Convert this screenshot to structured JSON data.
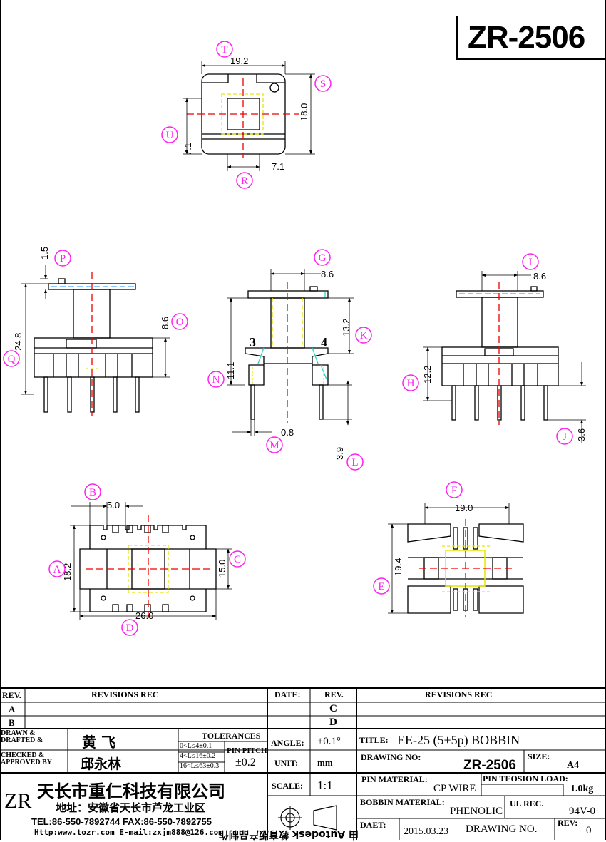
{
  "title": {
    "part_number": "ZR-2506"
  },
  "views": {
    "top_view": {
      "dims": {
        "width": "19.2",
        "height": "18.0",
        "offset_v": "7.1",
        "offset_h": "7.1"
      },
      "callouts": [
        "T",
        "S",
        "U",
        "R"
      ]
    },
    "front_view": {
      "dims": {
        "flange": "1.5",
        "total": "24.8",
        "body": "8.6"
      },
      "callouts": [
        "P",
        "O",
        "Q"
      ]
    },
    "section_view": {
      "dims": {
        "core": "8.6",
        "window": "13.2",
        "height": "11.1",
        "wall": "0.8",
        "pin": "3.9"
      },
      "pin_labels": [
        "3",
        "4"
      ],
      "callouts": [
        "G",
        "K",
        "N",
        "M",
        "L"
      ]
    },
    "side_view": {
      "dims": {
        "core": "8.6",
        "height": "12.2",
        "pin": "3.6"
      },
      "callouts": [
        "I",
        "H",
        "J"
      ]
    },
    "bottom_view": {
      "dims": {
        "pitch": "5.0",
        "height": "18.2",
        "inner": "15.0",
        "width": "26.0"
      },
      "callouts": [
        "B",
        "A",
        "C",
        "D"
      ]
    },
    "alt_view": {
      "dims": {
        "width": "19.0",
        "height": "19.4"
      },
      "callouts": [
        "F",
        "E"
      ]
    }
  },
  "title_block": {
    "rev_header": "REV.",
    "revisions_rec": "REVISIONS  REC",
    "date_header": "DATE:",
    "rev_col": "REV.",
    "rev_rows": [
      "A",
      "B"
    ],
    "rev_values": [
      "C",
      "D"
    ],
    "revisions_rec_right": "REVISIONS  REC",
    "drawn_label_1": "DRAWN &",
    "drawn_label_2": "DRAFTED &",
    "drawn_name": "黄  飞",
    "checked_label_1": "CHECKED  &",
    "checked_label_2": "APPROVED  BY",
    "checked_name": "邱永林",
    "tolerances_label": "TOLERANCES",
    "tol_1": "0<L≤4±0.1",
    "tol_2": "4<L≤16±0.2",
    "tol_3": "16<L≤63±0.3",
    "pin_pitch_label": "PIN PITCH",
    "pin_pitch_value": "±0.2",
    "angle_label": "ANGLE:",
    "angle_value": "±0.1°",
    "unit_label": "UNIT:",
    "unit_value": "mm",
    "scale_label": "SCALE:",
    "scale_value": "1:1",
    "title_label": "TITLE:",
    "title_value": "EE-25  (5+5p)  BOBBIN",
    "drawing_no_label": "DRAWING  NO:",
    "drawing_no_value": "ZR-2506",
    "size_label": "SIZE:",
    "size_value": "A4",
    "pin_material_label": "PIN  MATERIAL:",
    "pin_material_value": "CP WIRE",
    "pin_load_label": "PIN TEOSION LOAD:",
    "pin_load_value": "1.0kg",
    "bobbin_material_label": "BOBBIN  MATERIAL:",
    "bobbin_material_value": "PHENOLIC",
    "ul_label": "UL  REC.",
    "ul_value": "94V-0",
    "date_label": "DAET:",
    "date_value": "2015.03.23",
    "drawing_no2": "DRAWING  NO.",
    "rev_label2": "REV:",
    "rev_value2": "0",
    "company_logo": "ZR",
    "company_name": "天长市重仁科技有限公司",
    "company_address": "地址：安徽省天长市芦龙工业区",
    "company_tel": "TEL:86-550-7892744  FAX:86-550-7892755",
    "company_web": "Http:www.tozr.com    E-mail:zxjm888@126.com",
    "watermark": "由 Autodesk 教育版产品制作"
  }
}
